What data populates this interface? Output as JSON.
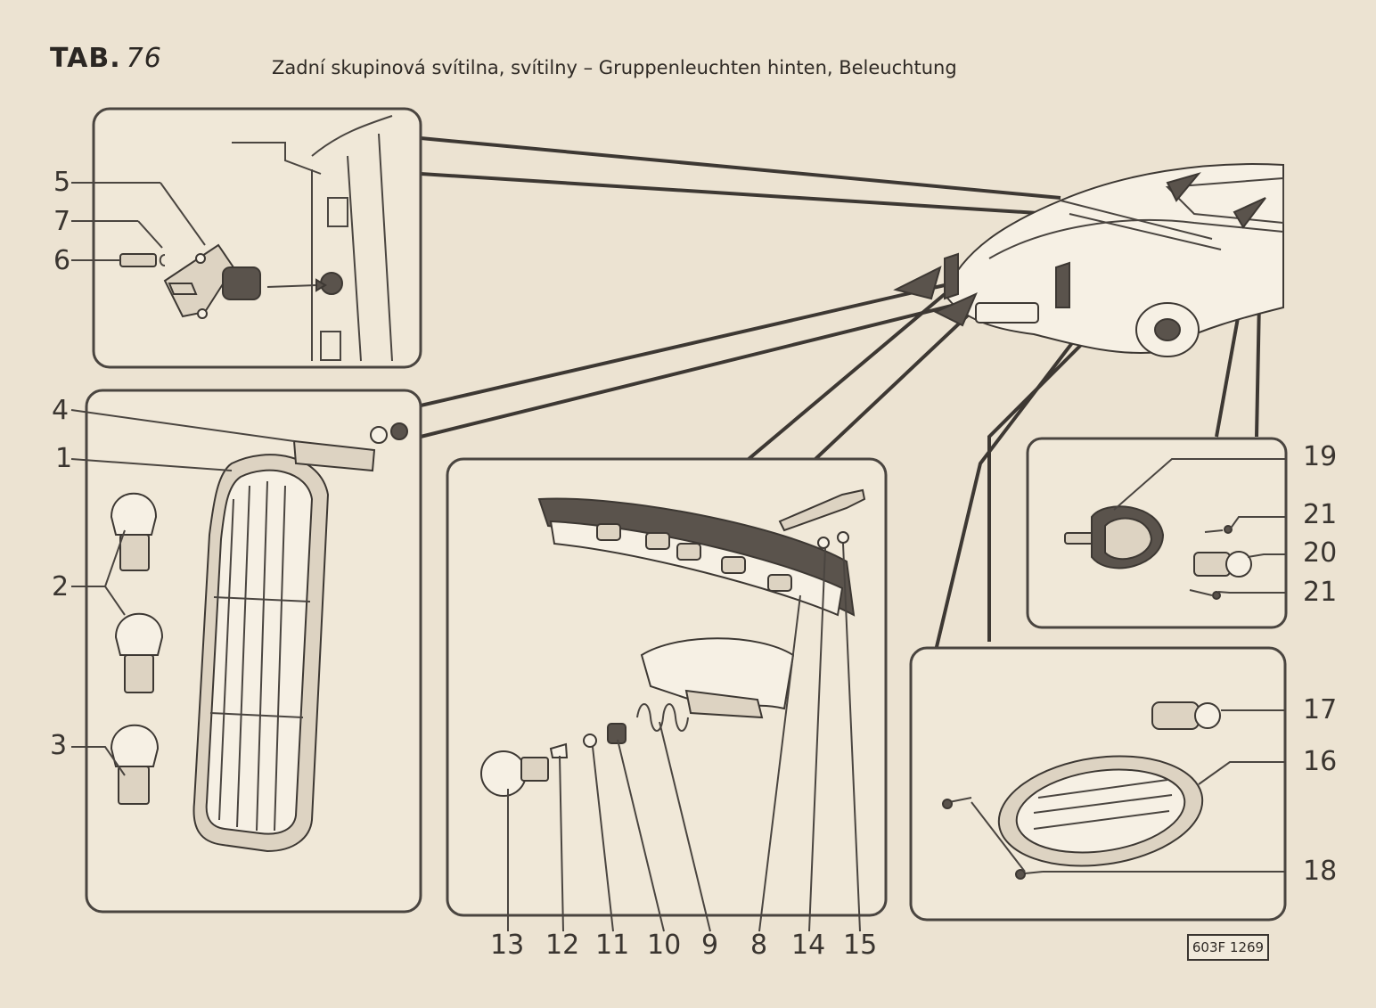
{
  "header": {
    "tab_prefix": "TAB.",
    "tab_number": "76",
    "title": "Zadní skupinová svítilna, svítilny – Gruppenleuchten hinten, Beleuchtung"
  },
  "callouts": {
    "c1": "1",
    "c2": "2",
    "c3": "3",
    "c4": "4",
    "c5": "5",
    "c6": "6",
    "c7": "7",
    "c8": "8",
    "c9": "9",
    "c10": "10",
    "c11": "11",
    "c12": "12",
    "c13": "13",
    "c14": "14",
    "c15": "15",
    "c16": "16",
    "c17": "17",
    "c18": "18",
    "c19": "19",
    "c20": "20",
    "c21a": "21",
    "c21b": "21"
  },
  "drawing_code": "603F 1269"
}
